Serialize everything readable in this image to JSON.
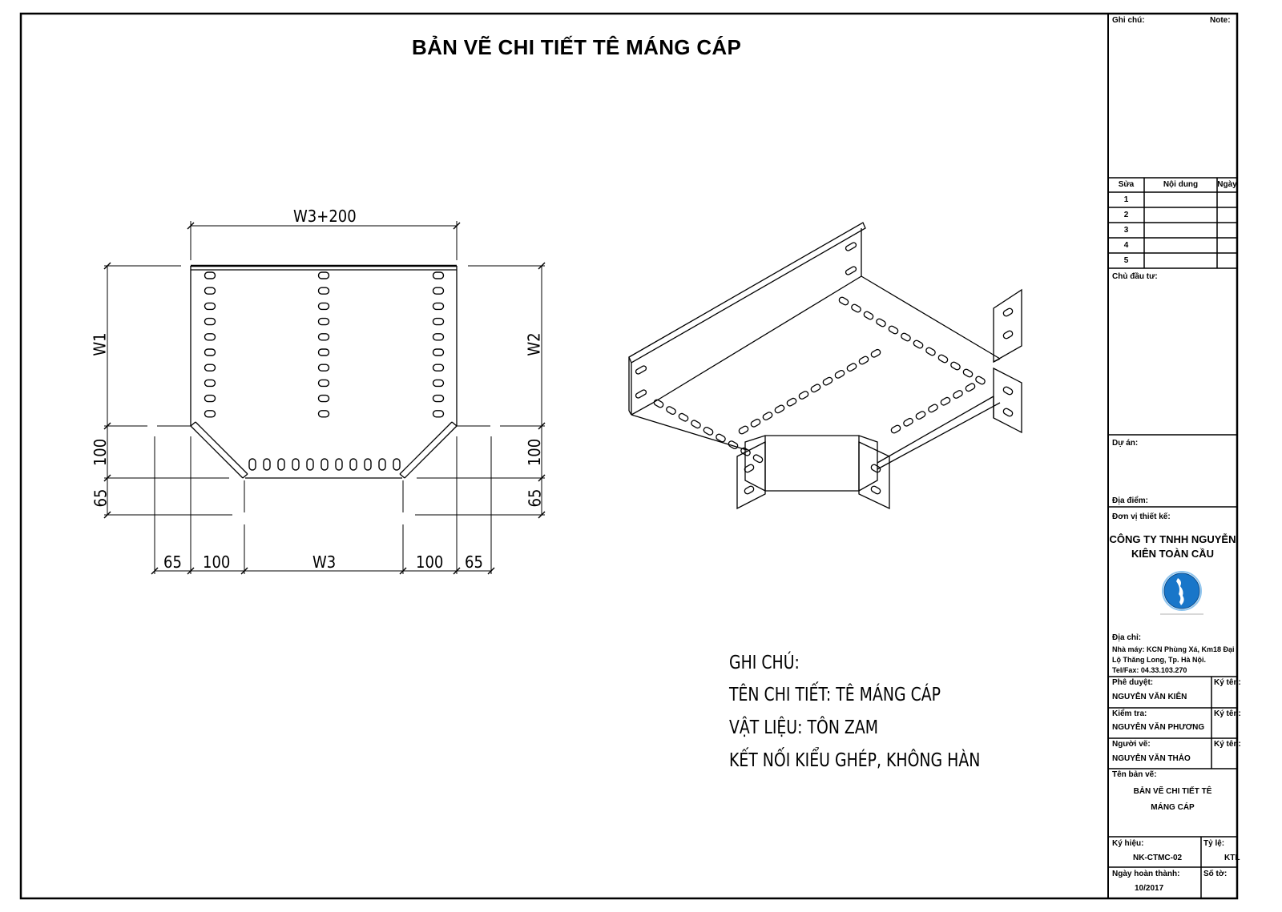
{
  "title": "BẢN VẼ CHI TIẾT TÊ MÁNG CÁP",
  "dimensions": {
    "top_width": "W3+200",
    "left_height": "W1",
    "right_height": "W2",
    "left_100": "100",
    "left_65": "65",
    "right_100": "100",
    "right_65": "65",
    "bottom": [
      "65",
      "100",
      "W3",
      "100",
      "65"
    ]
  },
  "notes": {
    "heading": "GHI CHÚ:",
    "part_name": "TÊN CHI TIẾT:  TÊ MÁNG CÁP",
    "material": "VẬT LIỆU:  TÔN ZAM",
    "joint": "KẾT NỐI KIỂU GHÉP, KHÔNG HÀN"
  },
  "title_block": {
    "ghi_chu": "Ghi chú:",
    "note": "Note:",
    "revision_headers": [
      "Sửa",
      "Nội dung",
      "Ngày"
    ],
    "revisions": [
      "1",
      "2",
      "3",
      "4",
      "5"
    ],
    "chu_dau_tu": "Chủ đầu tư:",
    "du_an": "Dự án:",
    "dia_diem": "Địa điểm:",
    "don_vi": "Đơn vị thiết kế:",
    "company_line1": "CÔNG TY TNHH NGUYỄN",
    "company_line2": "KIÊN TOÀN CẦU",
    "dia_chi": "Địa chỉ:",
    "address_line1": "Nhà máy: KCN Phùng Xá, Km18 Đại",
    "address_line2": "Lộ Thăng Long, Tp. Hà Nội.",
    "address_line3": "Tel/Fax: 04.33.103.270",
    "phe_duyet": "Phê duyệt:",
    "approver": "NGUYỄN VĂN KIÊN",
    "ky_ten": "Ký tên:",
    "kiem_tra": "Kiểm tra:",
    "checker": "NGUYỄN VĂN PHƯƠNG",
    "nguoi_ve": "Người vẽ:",
    "drafter": "NGUYỄN VĂN THẢO",
    "ten_ban_ve": "Tên bản vẽ:",
    "drawing_name_line1": "BẢN VẼ CHI TIẾT TÊ",
    "drawing_name_line2": "MÁNG CÁP",
    "ky_hieu": "Ký hiệu:",
    "code": "NK-CTMC-02",
    "ty_le": "Tỷ lệ:",
    "scale": "KTL",
    "ngay_hoan_thanh": "Ngày hoàn thành:",
    "date": "10/2017",
    "so_to": "Số tờ:"
  }
}
